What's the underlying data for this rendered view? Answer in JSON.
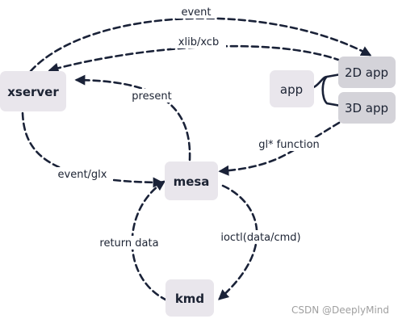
{
  "nodes": {
    "xserver": "xserver",
    "app": "app",
    "app2d": "2D app",
    "app3d": "3D app",
    "mesa": "mesa",
    "kmd": "kmd"
  },
  "edges": {
    "event": "event",
    "xlib_xcb": "xlib/xcb",
    "present": "present",
    "gl_function": "gl* function",
    "event_glx": "event/glx",
    "ioctl": "ioctl(data/cmd)",
    "return_data": "return data"
  },
  "watermark": "CSDN @DeeplyMind",
  "colors": {
    "node_fill": "#e9e6ec",
    "app_variant_fill": "#d4d3d9",
    "line": "#1a2238",
    "text": "#1c2333"
  }
}
